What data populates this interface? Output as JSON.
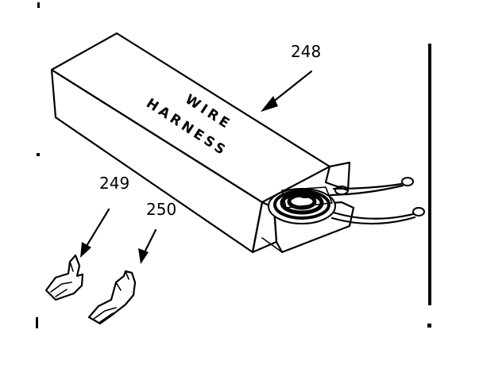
{
  "callouts": {
    "harness": "248",
    "terminal_a": "249",
    "terminal_b": "250"
  },
  "box_text": {
    "line1": "WIRE",
    "line2": "HARNESS"
  }
}
